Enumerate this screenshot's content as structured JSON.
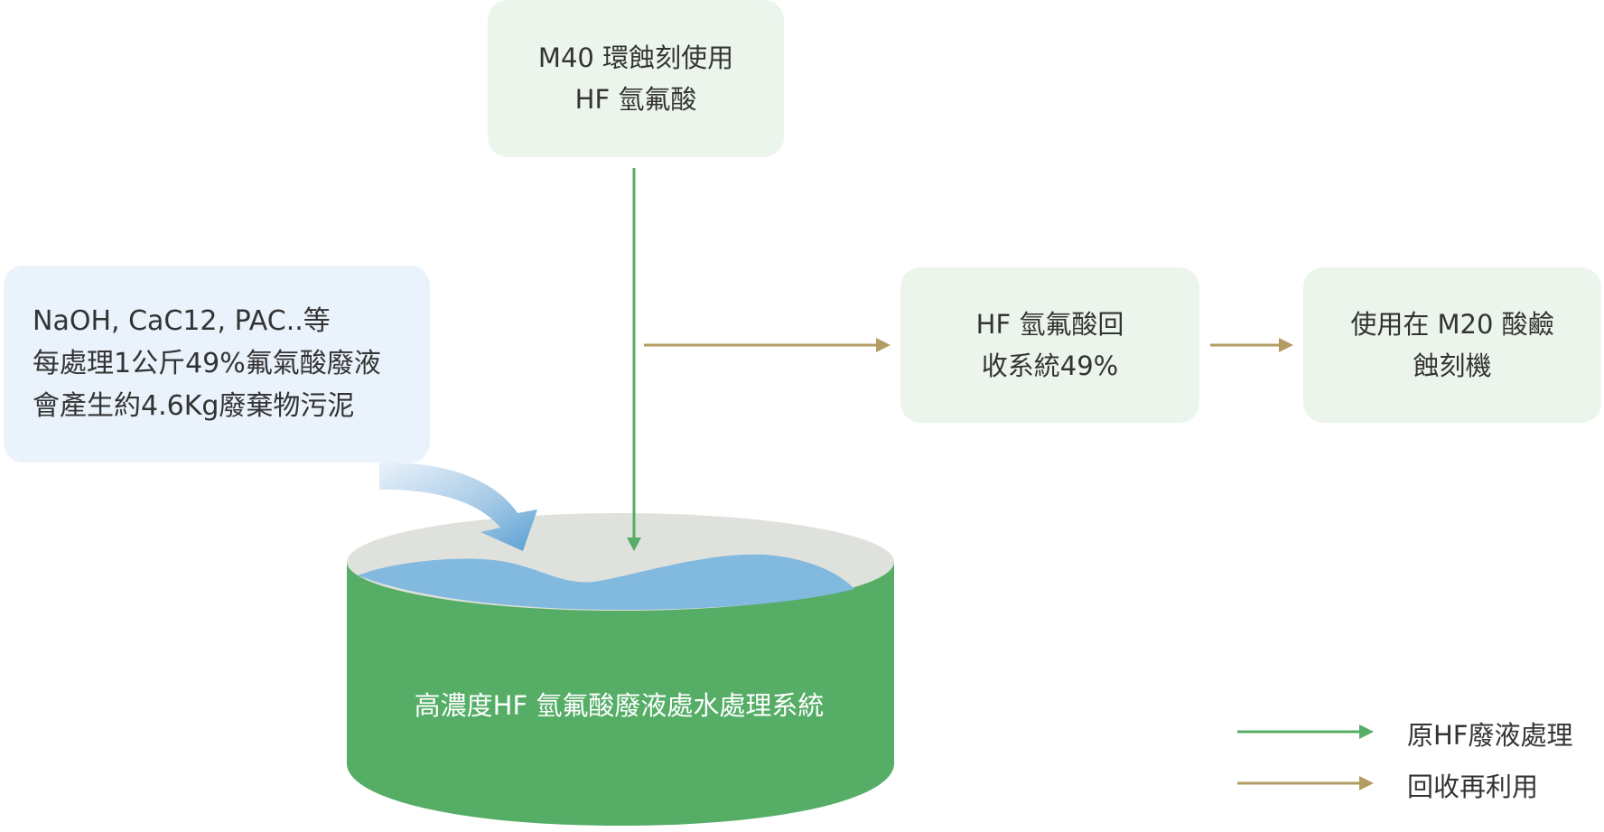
{
  "boxes": {
    "source": {
      "line1": "M40 環蝕刻使用",
      "line2": "HF 氫氟酸"
    },
    "recovery": {
      "line1": "HF 氫氟酸回",
      "line2": "收系統49%"
    },
    "reuse": {
      "line1": "使用在 M20 酸鹼",
      "line2": "蝕刻機"
    },
    "chemicals": {
      "line1": "NaOH, CaC12, PAC..等",
      "line2": "每處理1公斤49%氟氣酸廢液",
      "line3": "會產生約4.6Kg廢棄物污泥"
    }
  },
  "tank": {
    "label": "高濃度HF 氫氟酸廢液處水處理系統"
  },
  "legend": {
    "green_label": "原HF廢液處理",
    "gold_label": "回收再利用"
  },
  "colors": {
    "green_arrow": "#55ad66",
    "gold_arrow": "#b39c62",
    "tank_body": "#55ad66",
    "tank_top": "#dfe2dc",
    "water": "#82b9df",
    "box_green": "#ecf5ec",
    "box_blue": "#eaf2fb"
  }
}
